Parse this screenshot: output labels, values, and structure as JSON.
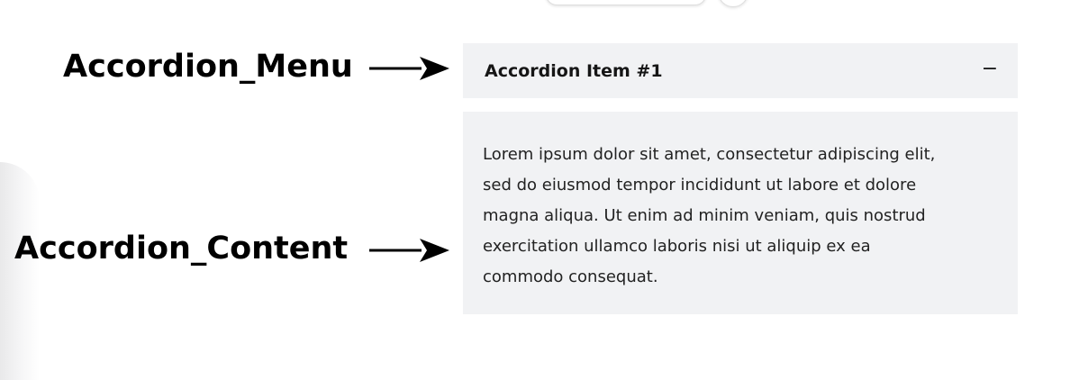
{
  "annotations": {
    "menu_label": "Accordion_Menu",
    "content_label": "Accordion_Content"
  },
  "accordion": {
    "item_title": "Accordion Item #1",
    "toggle_symbol": "−",
    "expanded": true,
    "content_lines": [
      "Lorem ipsum dolor sit amet, consectetur adipiscing elit,",
      "sed do eiusmod tempor incididunt ut labore et dolore",
      "magna aliqua. Ut enim ad minim veniam, quis nostrud",
      "exercitation ullamco laboris nisi ut aliquip ex ea",
      "commodo consequat."
    ]
  },
  "icons": {
    "menu_arrow": "right-arrow-icon",
    "content_arrow": "right-arrow-icon",
    "toggle": "minus-icon"
  },
  "colors": {
    "accordion_background": "#f1f2f4",
    "text": "#161616",
    "annotation": "#000000"
  }
}
